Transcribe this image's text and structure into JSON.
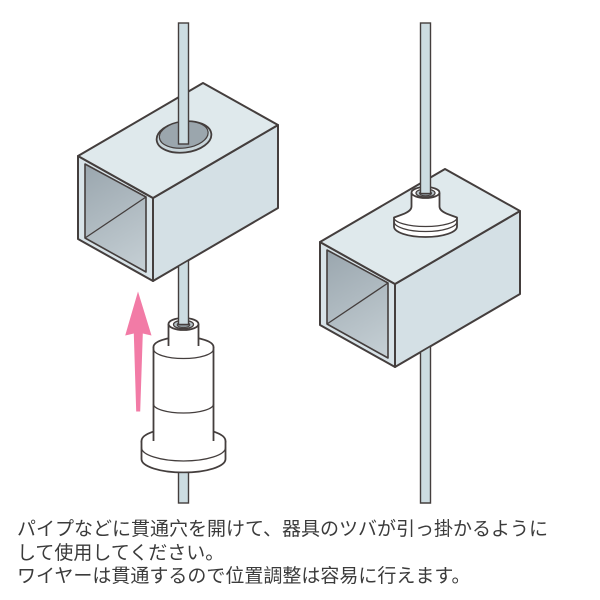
{
  "caption": {
    "line1": "パイプなどに貫通穴を開けて、器具のツバが引っ掛かるように",
    "line2": "して使用してください。",
    "line3": "ワイヤーは貫通するので位置調整は容易に行えます。"
  },
  "icons": {
    "up_arrow": "↑"
  },
  "colors": {
    "pipe_top": "#dfe9ec",
    "pipe_front": "#d8e3e8",
    "pipe_side": "#d4e0e5",
    "pipe_interior_dark": "#9aa6ae",
    "pipe_interior_light": "#c8d2d7",
    "hole_dark": "#9ba6ad",
    "hole_lip": "#c9d6db",
    "wire": "#ccdce1",
    "fitting": "#ffffff",
    "fitting_ring": "#b5bfc4",
    "fitting_hole": "#8b9499",
    "arrow": "#f27ba6",
    "outline": "#443e3d",
    "text": "#3b3b3b"
  }
}
